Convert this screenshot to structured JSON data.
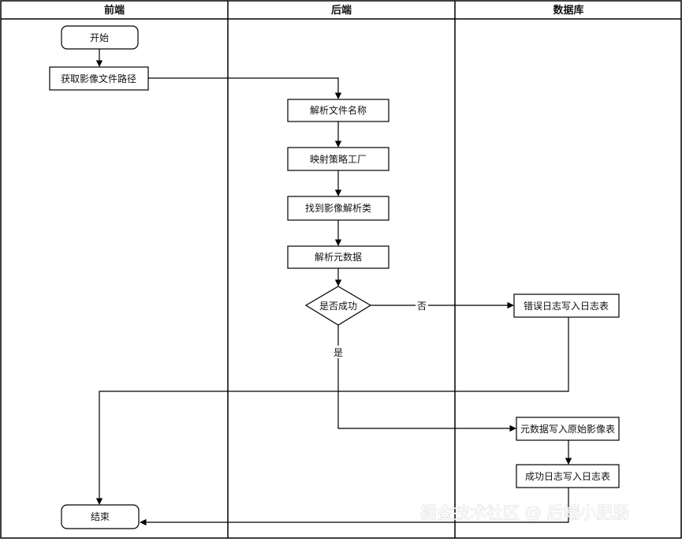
{
  "lanes": [
    {
      "id": "frontend",
      "title": "前端"
    },
    {
      "id": "backend",
      "title": "后端"
    },
    {
      "id": "database",
      "title": "数据库"
    }
  ],
  "nodes": {
    "start": "开始",
    "get_path": "获取影像文件路径",
    "parse_name": "解析文件名称",
    "map_factory": "映射策略工厂",
    "find_parser": "找到影像解析类",
    "parse_meta": "解析元数据",
    "is_success": "是否成功",
    "error_log": "错误日志写入日志表",
    "meta_write": "元数据写入原始影像表",
    "success_log": "成功日志写入日志表",
    "end": "结束"
  },
  "edge_labels": {
    "no": "否",
    "yes": "是"
  },
  "watermark": "掘金技术社区 @ 后端小肥肠"
}
